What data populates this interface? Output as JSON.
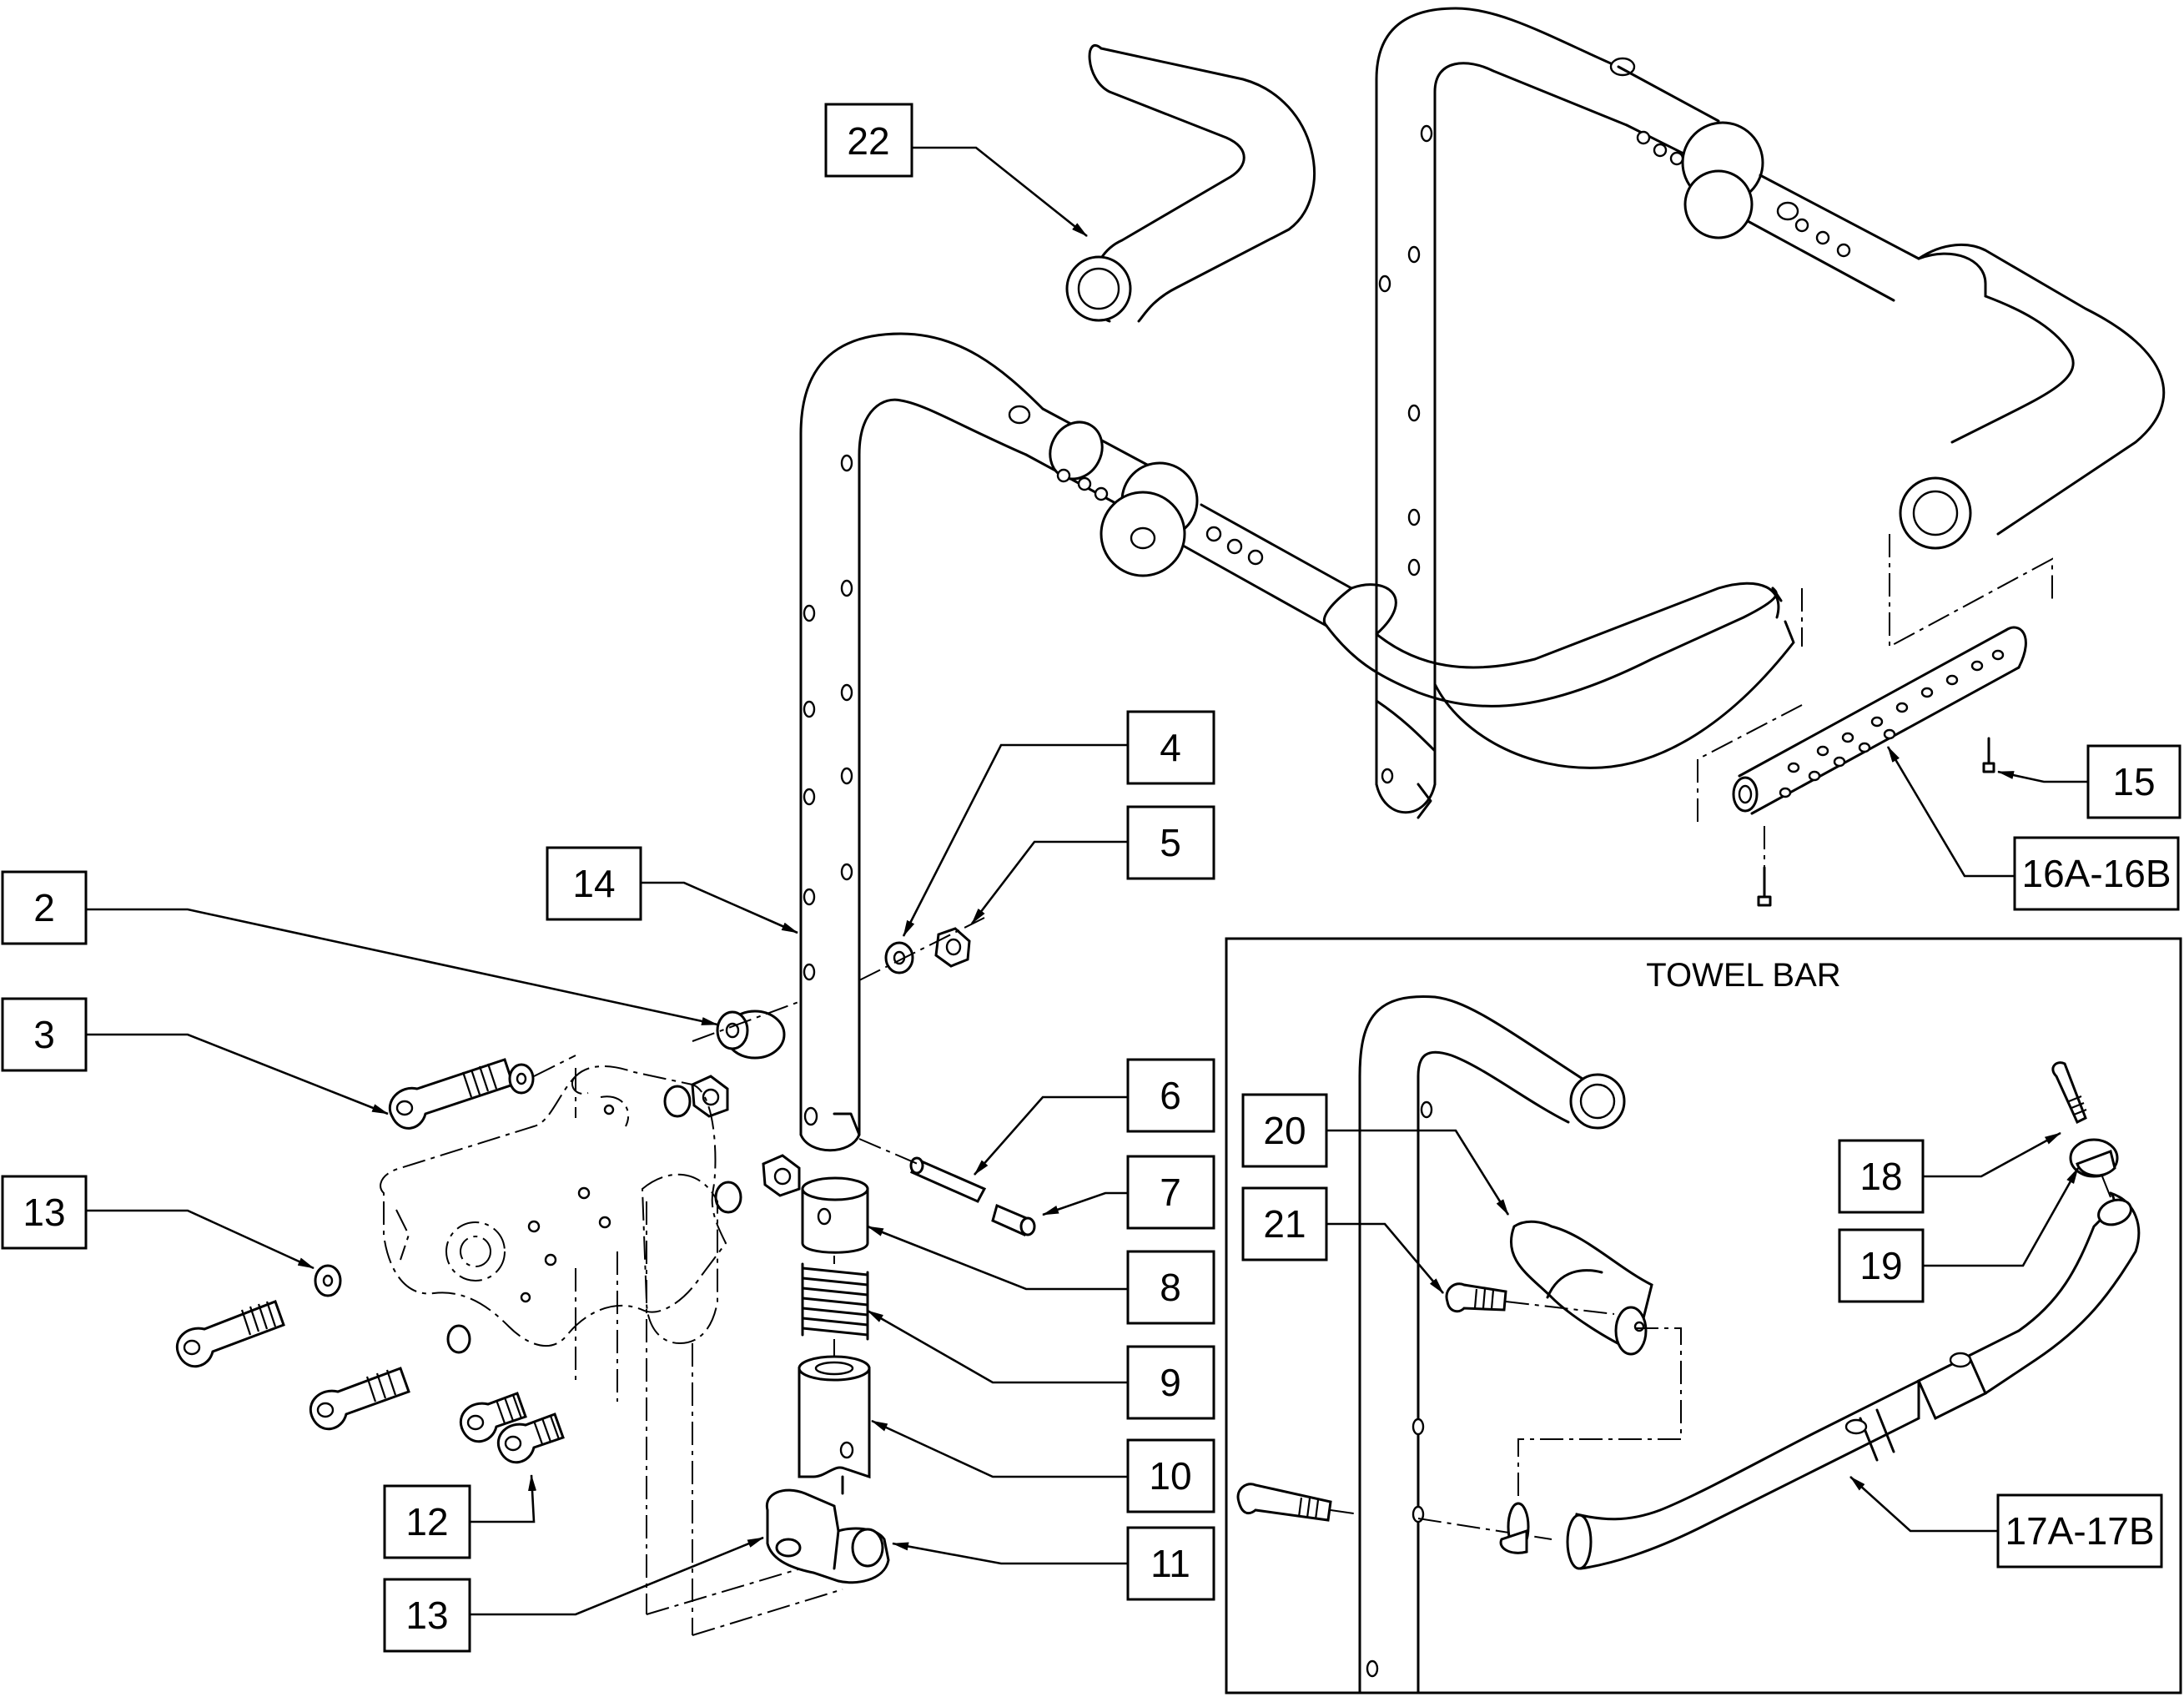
{
  "diagram": {
    "towel_bar_section": {
      "title": "TOWEL BAR"
    },
    "callouts": [
      {
        "id": "c22",
        "label": "22"
      },
      {
        "id": "c4",
        "label": "4"
      },
      {
        "id": "c5",
        "label": "5"
      },
      {
        "id": "c14",
        "label": "14"
      },
      {
        "id": "c15",
        "label": "15"
      },
      {
        "id": "c16",
        "label": "16A-16B"
      },
      {
        "id": "c2",
        "label": "2"
      },
      {
        "id": "c3",
        "label": "3"
      },
      {
        "id": "c13a",
        "label": "13"
      },
      {
        "id": "c6",
        "label": "6"
      },
      {
        "id": "c7",
        "label": "7"
      },
      {
        "id": "c8",
        "label": "8"
      },
      {
        "id": "c9",
        "label": "9"
      },
      {
        "id": "c10",
        "label": "10"
      },
      {
        "id": "c11",
        "label": "11"
      },
      {
        "id": "c12",
        "label": "12"
      },
      {
        "id": "c13b",
        "label": "13"
      },
      {
        "id": "c20",
        "label": "20"
      },
      {
        "id": "c21",
        "label": "21"
      },
      {
        "id": "c18",
        "label": "18"
      },
      {
        "id": "c19",
        "label": "19"
      },
      {
        "id": "c17",
        "label": "17A-17B"
      }
    ]
  }
}
